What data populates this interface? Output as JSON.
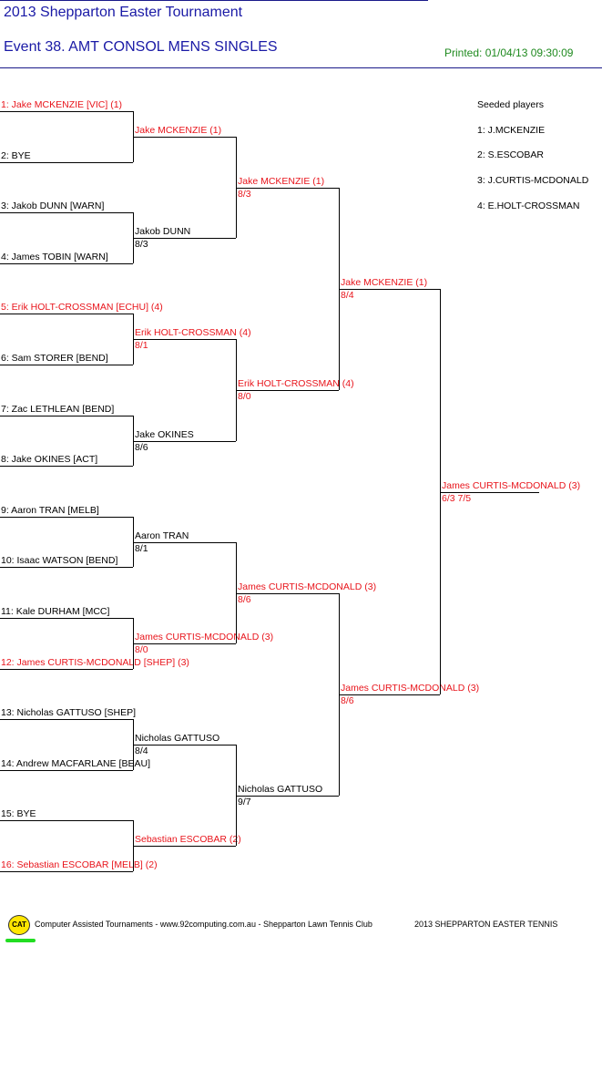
{
  "header": {
    "title": "2013 Shepparton Easter Tournament",
    "event": "Event 38. AMT CONSOL MENS SINGLES",
    "printed": "Printed: 01/04/13 09:30:09"
  },
  "draw": [
    {
      "label": "1: Jake MCKENZIE [VIC] (1)",
      "seeded": true
    },
    {
      "label": "2: BYE",
      "seeded": false
    },
    {
      "label": "3: Jakob DUNN [WARN]",
      "seeded": false
    },
    {
      "label": "4: James TOBIN [WARN]",
      "seeded": false
    },
    {
      "label": "5: Erik HOLT-CROSSMAN [ECHU] (4)",
      "seeded": true
    },
    {
      "label": "6: Sam STORER [BEND]",
      "seeded": false
    },
    {
      "label": "7: Zac LETHLEAN [BEND]",
      "seeded": false
    },
    {
      "label": "8: Jake OKINES [ACT]",
      "seeded": false
    },
    {
      "label": "9: Aaron TRAN [MELB]",
      "seeded": false
    },
    {
      "label": "10: Isaac WATSON [BEND]",
      "seeded": false
    },
    {
      "label": "11: Kale DURHAM [MCC]",
      "seeded": false
    },
    {
      "label": "12: James CURTIS-MCDONALD [SHEP] (3)",
      "seeded": true
    },
    {
      "label": "13: Nicholas GATTUSO [SHEP]",
      "seeded": false
    },
    {
      "label": "14: Andrew MACFARLANE [BEAU]",
      "seeded": false
    },
    {
      "label": "15: BYE",
      "seeded": false
    },
    {
      "label": "16: Sebastian ESCOBAR [MELB] (2)",
      "seeded": true
    }
  ],
  "round2": [
    {
      "name": "Jake MCKENZIE (1)",
      "score": "",
      "seeded": true
    },
    {
      "name": "Jakob DUNN",
      "score": "8/3",
      "seeded": false
    },
    {
      "name": "Erik HOLT-CROSSMAN (4)",
      "score": "8/1",
      "seeded": true
    },
    {
      "name": "Jake OKINES",
      "score": "8/6",
      "seeded": false
    },
    {
      "name": "Aaron TRAN",
      "score": "8/1",
      "seeded": false
    },
    {
      "name": "James CURTIS-MCDONALD (3)",
      "score": "8/0",
      "seeded": true
    },
    {
      "name": "Nicholas GATTUSO",
      "score": "8/4",
      "seeded": false
    },
    {
      "name": "Sebastian ESCOBAR (2)",
      "score": "",
      "seeded": true
    }
  ],
  "round3": [
    {
      "name": "Jake MCKENZIE (1)",
      "score": "8/3",
      "seeded": true
    },
    {
      "name": "Erik HOLT-CROSSMAN (4)",
      "score": "8/0",
      "seeded": true
    },
    {
      "name": "James CURTIS-MCDONALD (3)",
      "score": "8/6",
      "seeded": true
    },
    {
      "name": "Nicholas GATTUSO",
      "score": "9/7",
      "seeded": false
    }
  ],
  "round4": [
    {
      "name": "Jake MCKENZIE (1)",
      "score": "8/4",
      "seeded": true
    },
    {
      "name": "James CURTIS-MCDONALD (3)",
      "score": "8/6",
      "seeded": true
    }
  ],
  "final": {
    "name": "James CURTIS-MCDONALD (3)",
    "score": "6/3 7/5",
    "seeded": true
  },
  "seeded_players": {
    "title": "Seeded players",
    "list": [
      "1: J.MCKENZIE",
      "2: S.ESCOBAR",
      "3: J.CURTIS-MCDONALD",
      "4: E.HOLT-CROSSMAN"
    ]
  },
  "footer": {
    "logo_text": "CAT",
    "credit": "Computer Assisted Tournaments - www.92computing.com.au -  Shepparton Lawn Tennis Club",
    "tournament": "2013 SHEPPARTON EASTER TENNIS"
  }
}
